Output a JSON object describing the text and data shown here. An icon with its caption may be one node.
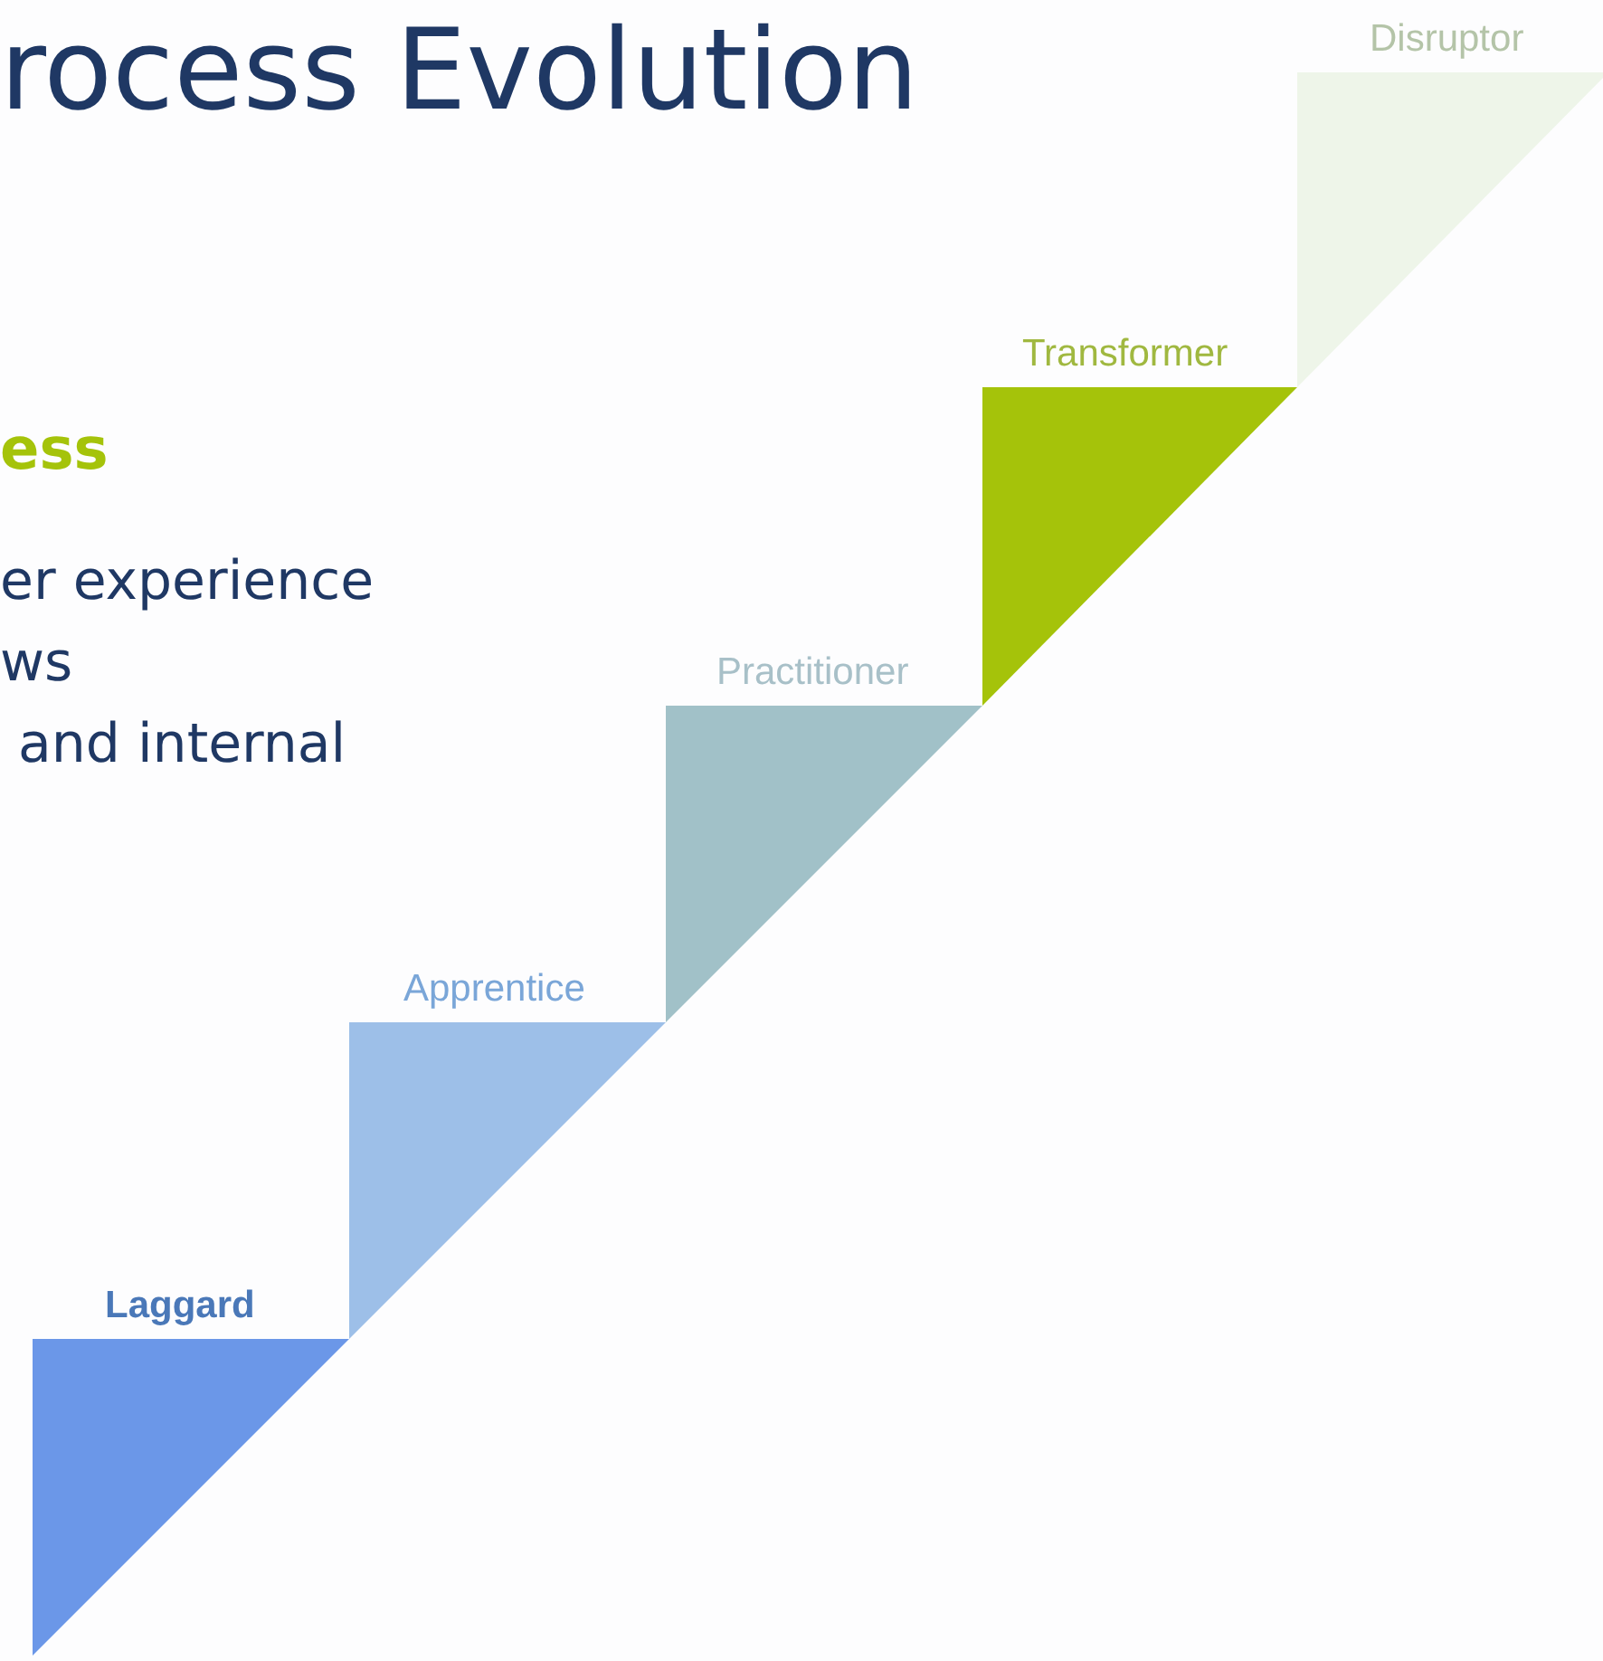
{
  "diagram": {
    "title": "rocess Evolution",
    "nodes": [
      {
        "text": [
          "Laggard"
        ]
      },
      {
        "text": [
          "Apprentice"
        ]
      },
      {
        "text": [
          "Practitioner"
        ]
      },
      {
        "text": [
          "Transformer"
        ]
      },
      {
        "text": [
          "Disruptor"
        ]
      }
    ],
    "labels": [
      "ess",
      "er experience",
      "ws",
      "and internal"
    ]
  }
}
